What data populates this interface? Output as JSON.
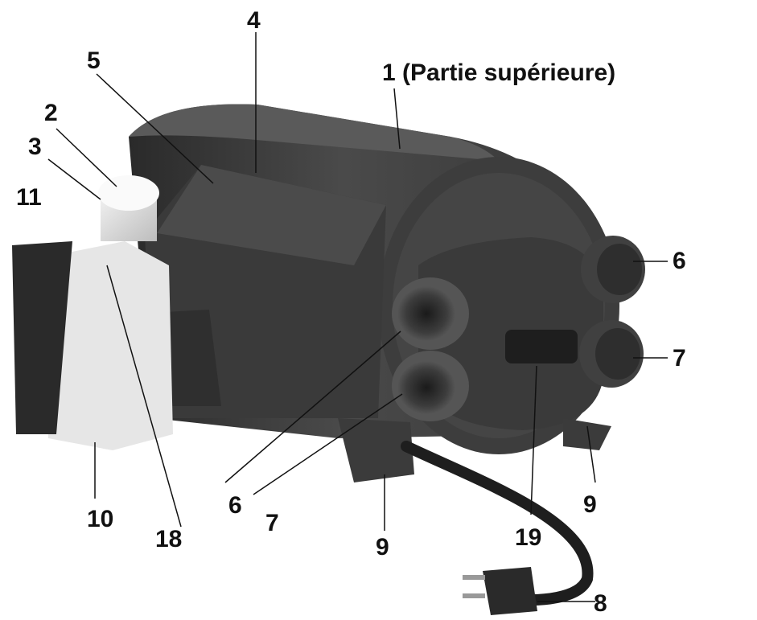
{
  "diagram": {
    "labels": {
      "l1": "1 (Partie supérieure)",
      "l2": "2",
      "l3": "3",
      "l4": "4",
      "l5": "5",
      "l6a": "6",
      "l6b": "6",
      "l7a": "7",
      "l7b": "7",
      "l8": "8",
      "l9a": "9",
      "l9b": "9",
      "l10": "10",
      "l11": "11",
      "l18": "18",
      "l19": "19"
    }
  }
}
